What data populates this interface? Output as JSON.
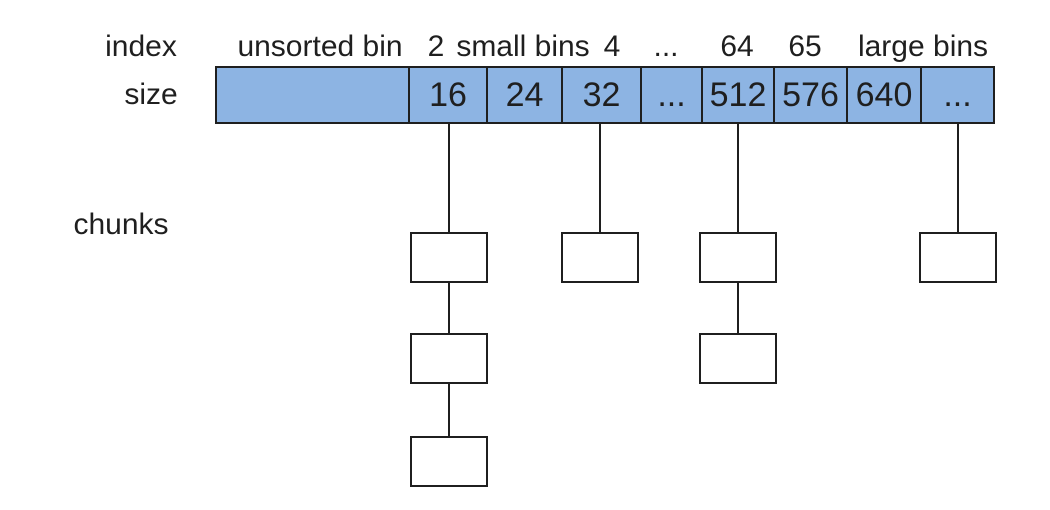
{
  "labels": {
    "index": "index",
    "size": "size",
    "chunks": "chunks"
  },
  "index_row": {
    "unsorted": "unsorted bin",
    "first_small_index": "2",
    "small_bins": "small bins",
    "second_small_index": "4",
    "ellipsis": "...",
    "last_small_index": "64",
    "first_large_index": "65",
    "large_bins": "large bins"
  },
  "size_row": {
    "cells": [
      {
        "name": "unsorted-bin",
        "size": ""
      },
      {
        "name": "small-bin-index-2",
        "size": "16"
      },
      {
        "name": "small-bin-index-3",
        "size": "24"
      },
      {
        "name": "small-bin-index-4",
        "size": "32"
      },
      {
        "name": "small-bins-ellipsis",
        "size": "..."
      },
      {
        "name": "small-bin-index-64",
        "size": "512"
      },
      {
        "name": "large-bin-index-65",
        "size": "576"
      },
      {
        "name": "large-bin-index-66",
        "size": "640"
      },
      {
        "name": "large-bins-ellipsis",
        "size": "..."
      }
    ]
  },
  "chunks": {
    "columns": [
      {
        "under_size": "16",
        "chunk_count": 3
      },
      {
        "under_size": "32",
        "chunk_count": 1
      },
      {
        "under_size": "512",
        "chunk_count": 2
      },
      {
        "under_size": "large-bins-ellipsis",
        "chunk_count": 1
      }
    ]
  },
  "colors": {
    "bin_fill": "#8DB4E3",
    "outline": "#1f1f1f",
    "chunk_fill": "#ffffff",
    "text": "#1f1f1f",
    "background": "#ffffff"
  }
}
